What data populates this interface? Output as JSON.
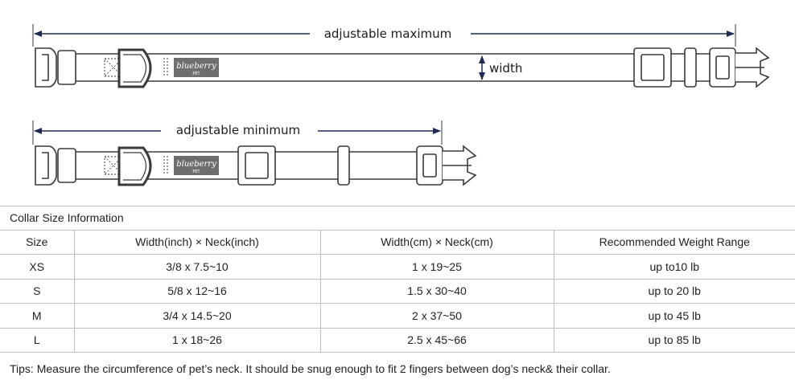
{
  "diagram": {
    "label_maximum": "adjustable maximum",
    "label_width": "width",
    "label_minimum": "adjustable minimum",
    "logo_text": "blueberry",
    "logo_sub": "PET",
    "colors": {
      "line": "#3a3a3a",
      "arrow": "#1f2a57",
      "logo_bg": "#6e6e6e"
    }
  },
  "table": {
    "caption": "Collar Size Information",
    "headers": [
      "Size",
      "Width(inch) × Neck(inch)",
      "Width(cm) × Neck(cm)",
      "Recommended Weight Range"
    ],
    "rows": [
      [
        "XS",
        "3/8 x 7.5~10",
        "1 x 19~25",
        "up to10 lb"
      ],
      [
        "S",
        "5/8 x 12~16",
        "1.5 x 30~40",
        "up to 20 lb"
      ],
      [
        "M",
        "3/4 x 14.5~20",
        "2 x 37~50",
        "up to 45 lb"
      ],
      [
        "L",
        "1 x 18~26",
        "2.5 x 45~66",
        "up to 85 lb"
      ]
    ],
    "tips": "Tips: Measure the circumference of pet’s neck. It should be snug enough to fit 2 fingers between dog’s neck& their collar."
  }
}
